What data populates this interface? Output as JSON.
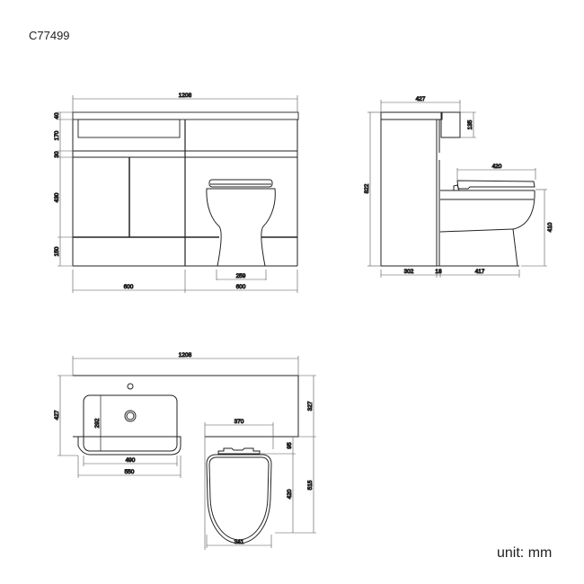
{
  "product_code": "C77499",
  "unit_label": "unit: mm",
  "front_view": {
    "overall_width": "1208",
    "left_width": "600",
    "right_width": "600",
    "toilet_base_width": "259",
    "counter_thickness": "40",
    "basin_panel_height": "170",
    "rail_height": "30",
    "door_height": "430",
    "plinth_height": "150"
  },
  "side_view": {
    "overall_depth": "427",
    "cistern_height": "135",
    "overall_height": "822",
    "seat_length": "420",
    "pan_height": "410",
    "cabinet_depth": "302",
    "panel_thickness": "18",
    "pan_projection": "417"
  },
  "top_view": {
    "overall_width": "1208",
    "overall_depth": "427",
    "right_counter_depth": "327",
    "basin_depth": "292",
    "basin_inner_width": "490",
    "basin_outer_width": "550",
    "pan_width": "370",
    "cistern_depth": "95",
    "seat_length": "420",
    "pan_total_length": "515",
    "seat_width": "341"
  }
}
